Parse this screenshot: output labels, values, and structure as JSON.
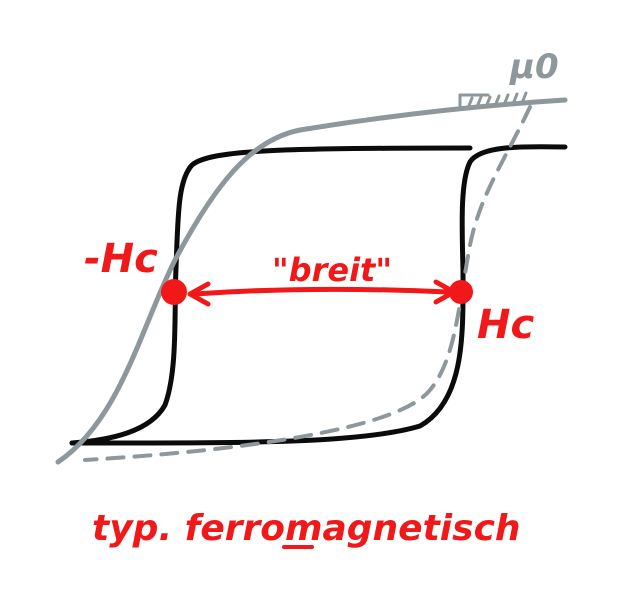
{
  "labels": {
    "neg_hc": "-Hc",
    "pos_hc": "Hc",
    "width_note": "\"breit\"",
    "mu0": "μ0",
    "caption": "typ. ferromagnetisch"
  },
  "colors": {
    "ink": "#0b0b0b",
    "pencil": "#8e979b",
    "marker": "#f01818",
    "background": "#ffffff"
  }
}
